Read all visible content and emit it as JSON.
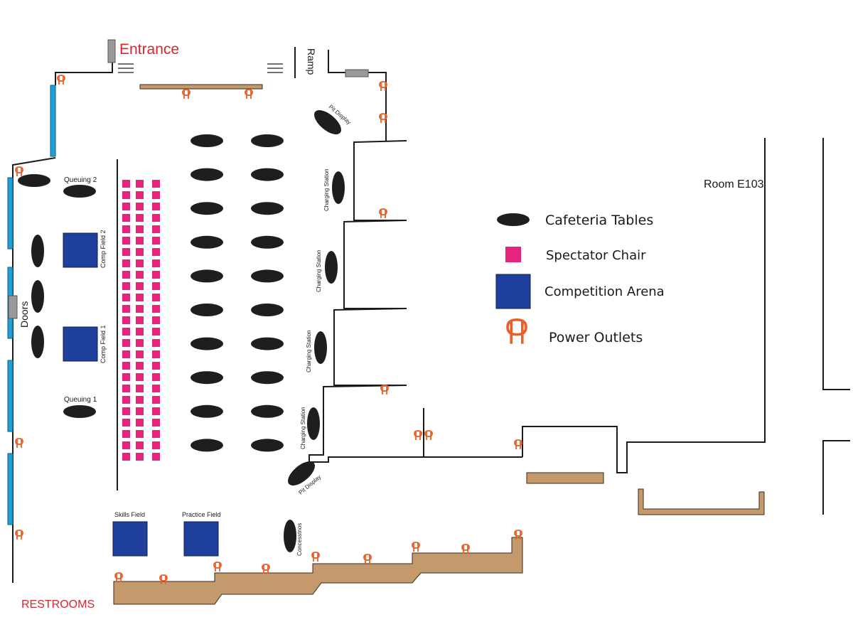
{
  "labels": {
    "entrance": "Entrance",
    "ramp": "Ramp",
    "doors": "Doors",
    "restrooms": "RESTROOMS",
    "room": "Room E103",
    "queuing_2": "Queuing 2",
    "queuing_1": "Queuing 1",
    "comp_field_2": "Comp Field 2",
    "comp_field_1": "Comp Field 1",
    "skills_field": "Skills Field",
    "practice_field": "Practice Field",
    "pit_display": "Pit Display",
    "charging_station": "Charging Station",
    "concessions": "Concesstnos"
  },
  "legend": {
    "cafeteria_tables": "Cafeteria Tables",
    "spectator_chair": "Spectator Chair",
    "competition_arena": "Competition Arena",
    "power_outlets": "Power Outlets"
  },
  "colors": {
    "wall": "#1a1a1a",
    "table": "#1e1e1e",
    "chair": "#e8237f",
    "arena": "#1f3f9c",
    "outlet": "#e8602a",
    "window": "#1fa0d8",
    "counter": "#c49a6c",
    "door": "#9a9a9a",
    "accent_text": "#d9252f"
  },
  "icons": {
    "outlet": "power-outlet-icon",
    "table": "cafeteria-table-icon",
    "chair": "spectator-chair-icon",
    "arena": "competition-arena-icon"
  }
}
